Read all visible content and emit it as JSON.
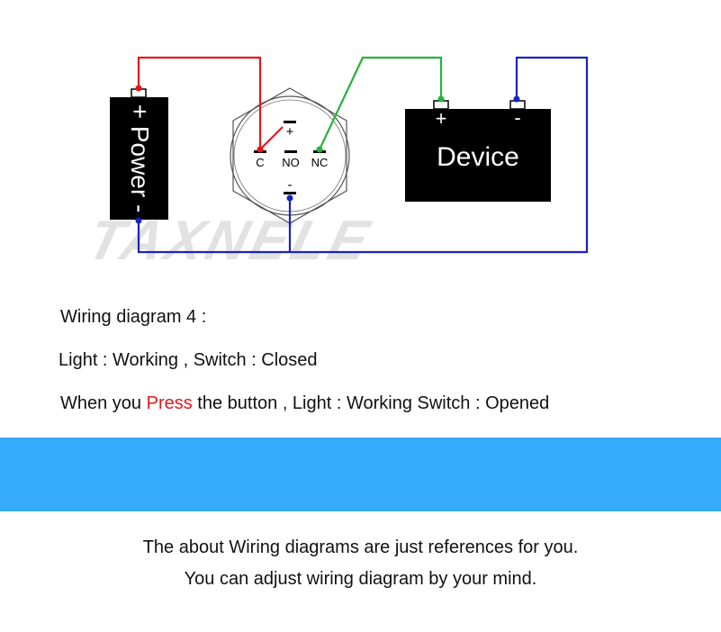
{
  "diagram": {
    "power_label": "+ Power -",
    "switch_plus": "+",
    "switch_minus": "-",
    "pin_c": "C",
    "pin_no": "NO",
    "pin_nc": "NC",
    "device_label": "Device",
    "device_plus": "+",
    "device_minus": "-",
    "watermark": "TAXNELE",
    "colors": {
      "positive_wire": "#e8141b",
      "green_wire": "#27b23e",
      "negative_wire": "#1a22c2",
      "block_fill": "#000000"
    }
  },
  "captions": {
    "title": "Wiring diagram 4 :",
    "state_closed": "Light : Working , Switch : Closed",
    "press_prefix": "When you ",
    "press_word": "Press",
    "press_suffix": " the button , Light : Working Switch : Opened"
  },
  "band": {
    "color": "#36aafb"
  },
  "notes": {
    "line1": "The about Wiring diagrams are just references for you.",
    "line2": "You can adjust wiring diagram by your mind."
  }
}
